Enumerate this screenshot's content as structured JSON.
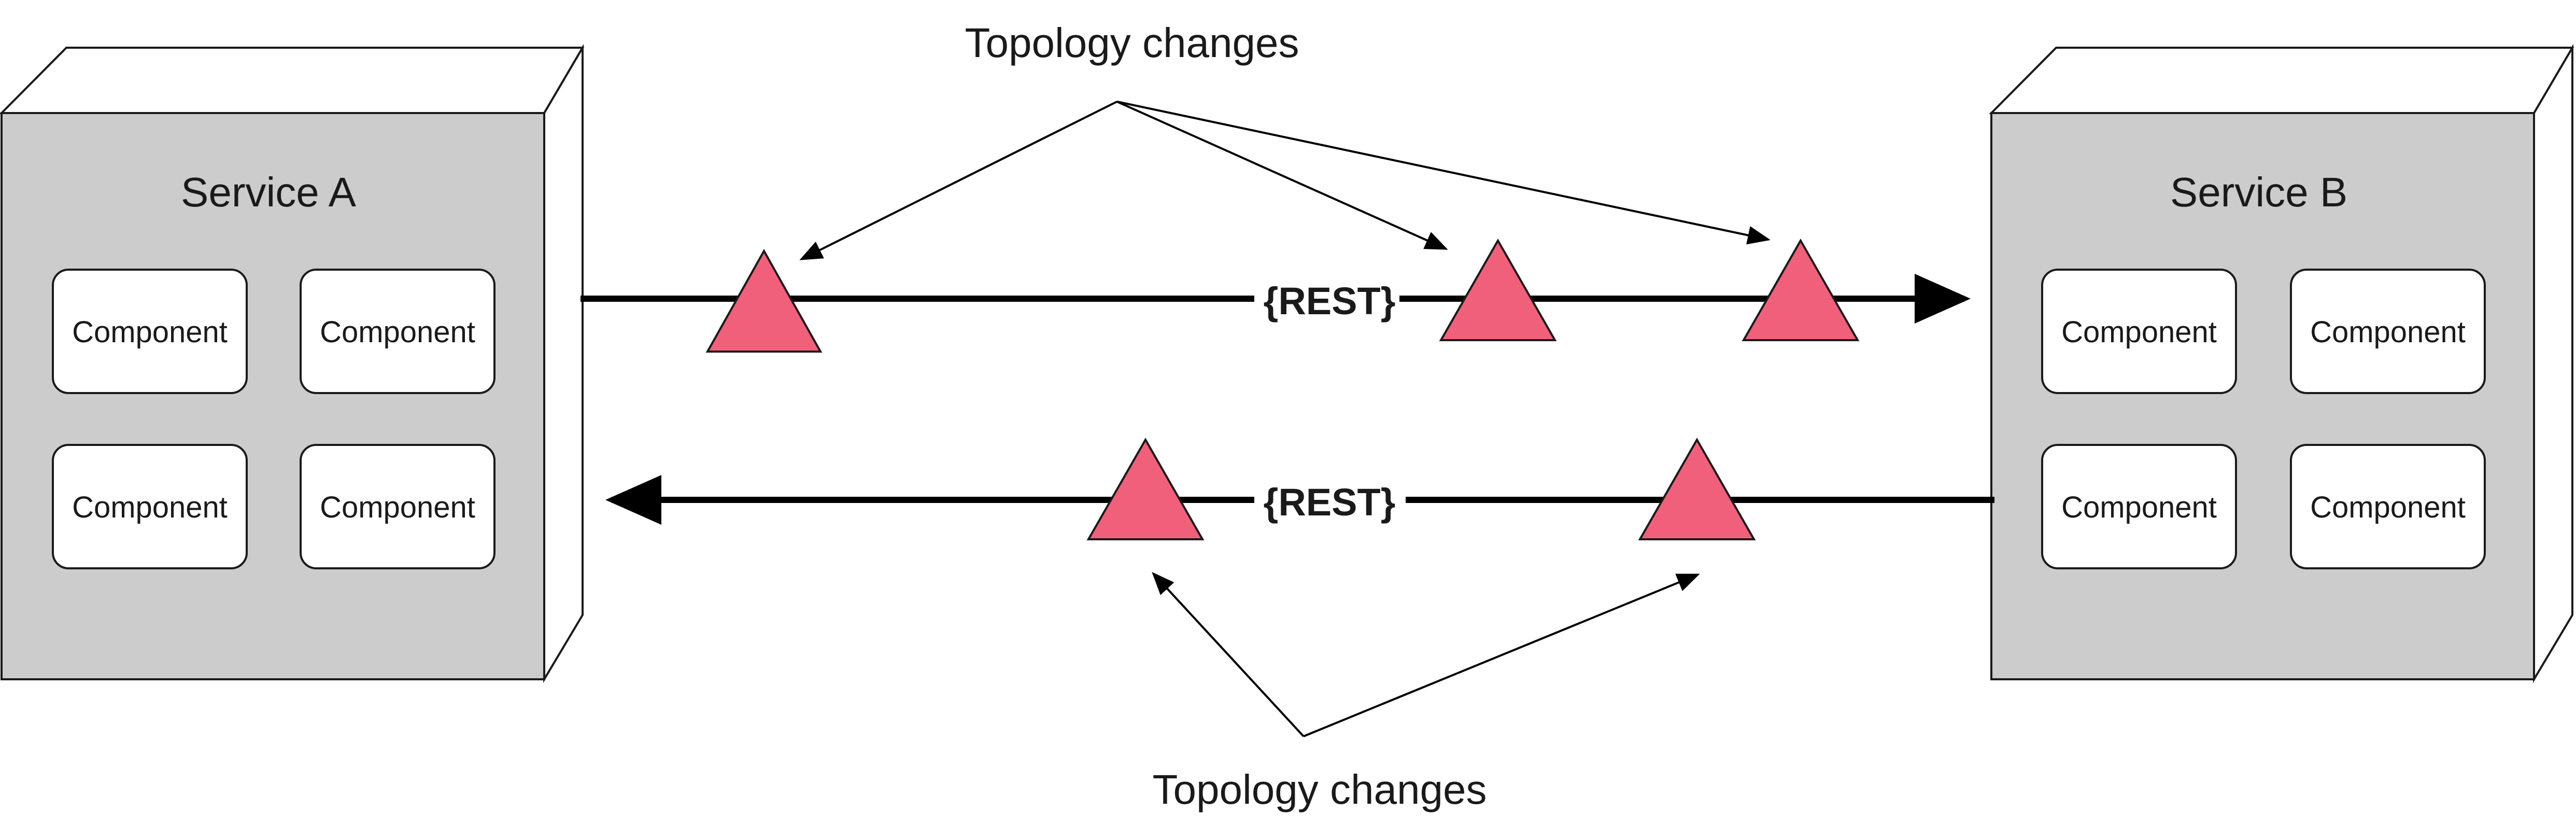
{
  "services": [
    {
      "id": "service-a",
      "title": "Service A",
      "components": [
        "Component",
        "Component",
        "Component",
        "Component"
      ]
    },
    {
      "id": "service-b",
      "title": "Service B",
      "components": [
        "Component",
        "Component",
        "Component",
        "Component"
      ]
    }
  ],
  "connections": [
    {
      "label": "{REST}",
      "direction": "Service A to Service B"
    },
    {
      "label": "{REST}",
      "direction": "Service B to Service A"
    }
  ],
  "annotations": {
    "top": "Topology changes",
    "bottom": "Topology changes"
  },
  "colors": {
    "box_fill": "#cccccc",
    "box_face": "#ffffff",
    "stroke": "#1a1a1a",
    "component_fill": "#ffffff",
    "triangle_fill": "#f0607a",
    "line": "#000000"
  }
}
